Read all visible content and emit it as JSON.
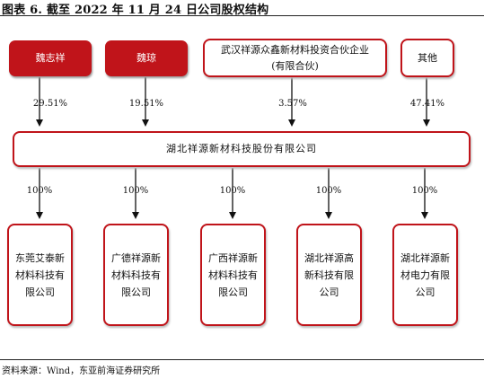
{
  "title": "图表 6.  截至 2022 年 11 月 24 日公司股权结构",
  "shareholders": [
    {
      "label": "魏志祥"
    },
    {
      "label": "魏琼"
    },
    {
      "label": "武汉祥源众鑫新材料投资合伙企业(有限合伙)"
    },
    {
      "label": "其他"
    }
  ],
  "shareholder_pcts": [
    "29.51%",
    "19.51%",
    "3.57%",
    "47.41%"
  ],
  "company": "湖北祥源新材科技股份有限公司",
  "subsidiary_pcts": [
    "100%",
    "100%",
    "100%",
    "100%",
    "100%"
  ],
  "subsidiaries": [
    {
      "label": "东莞艾泰新材料科技有限公司"
    },
    {
      "label": "广德祥源新材料科技有限公司"
    },
    {
      "label": "广西祥源新材料科技有限公司"
    },
    {
      "label": "湖北祥源高新科技有限公司"
    },
    {
      "label": "湖北祥源新材电力有限公司"
    }
  ],
  "source": "资料来源：Wind，东亚前海证券研究所",
  "colors": {
    "accent": "#c0141a"
  }
}
